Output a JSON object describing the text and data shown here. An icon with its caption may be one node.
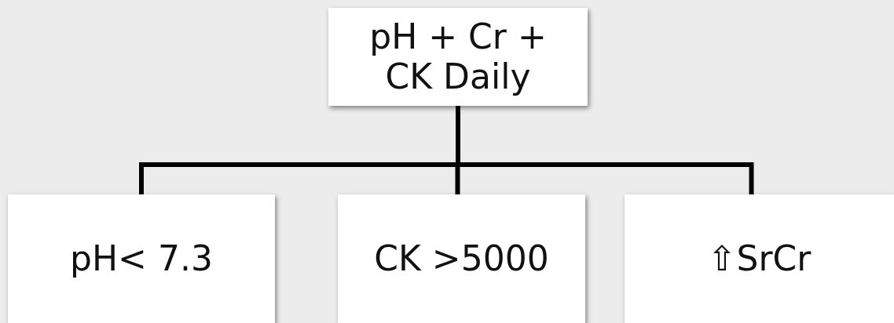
{
  "diagram": {
    "nodes": [
      {
        "text": [
          "pH + Cr + CK Daily"
        ]
      },
      {
        "text": [
          "pH< 7.3"
        ]
      },
      {
        "text": [
          "CK >5000"
        ]
      },
      {
        "text": [
          "⇧SrCr"
        ]
      }
    ],
    "edges": [
      {
        "from": 0,
        "to": 1,
        "arrow": "none"
      },
      {
        "from": 0,
        "to": 2,
        "arrow": "none"
      },
      {
        "from": 0,
        "to": 3,
        "arrow": "none"
      }
    ]
  }
}
